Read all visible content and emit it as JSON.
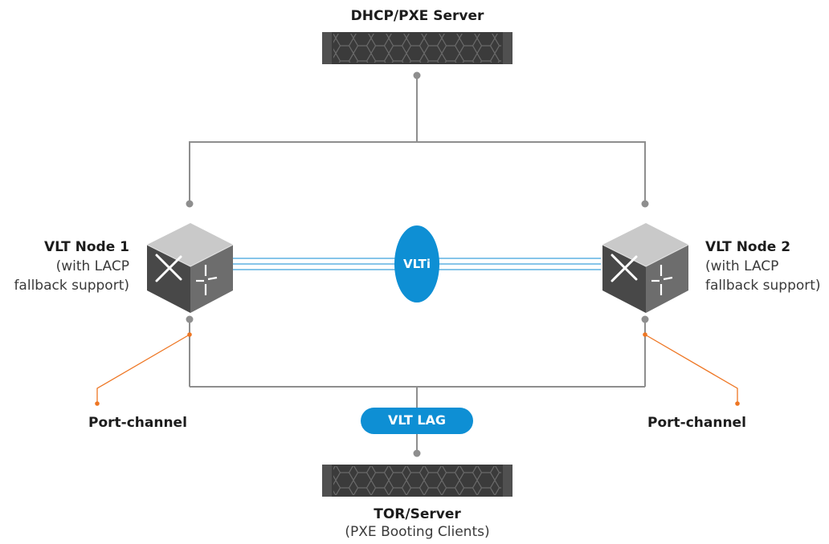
{
  "top_server": {
    "title": "DHCP/PXE Server"
  },
  "node1": {
    "title": "VLT Node 1",
    "line1": "(with LACP",
    "line2": "fallback support)"
  },
  "node2": {
    "title": "VLT Node 2",
    "line1": "(with LACP",
    "line2": "fallback support)"
  },
  "vlti": {
    "label": "VLTi"
  },
  "vlt_lag": {
    "label": "VLT LAG"
  },
  "port_channel_left": {
    "label": "Port-channel"
  },
  "port_channel_right": {
    "label": "Port-channel"
  },
  "bottom_server": {
    "title": "TOR/Server",
    "subtitle": "(PXE Booting Clients)"
  },
  "colors": {
    "link": "#8e8e8e",
    "accent": "#0e8fd4",
    "orange": "#ee7623",
    "device": "#3d3d3d"
  }
}
